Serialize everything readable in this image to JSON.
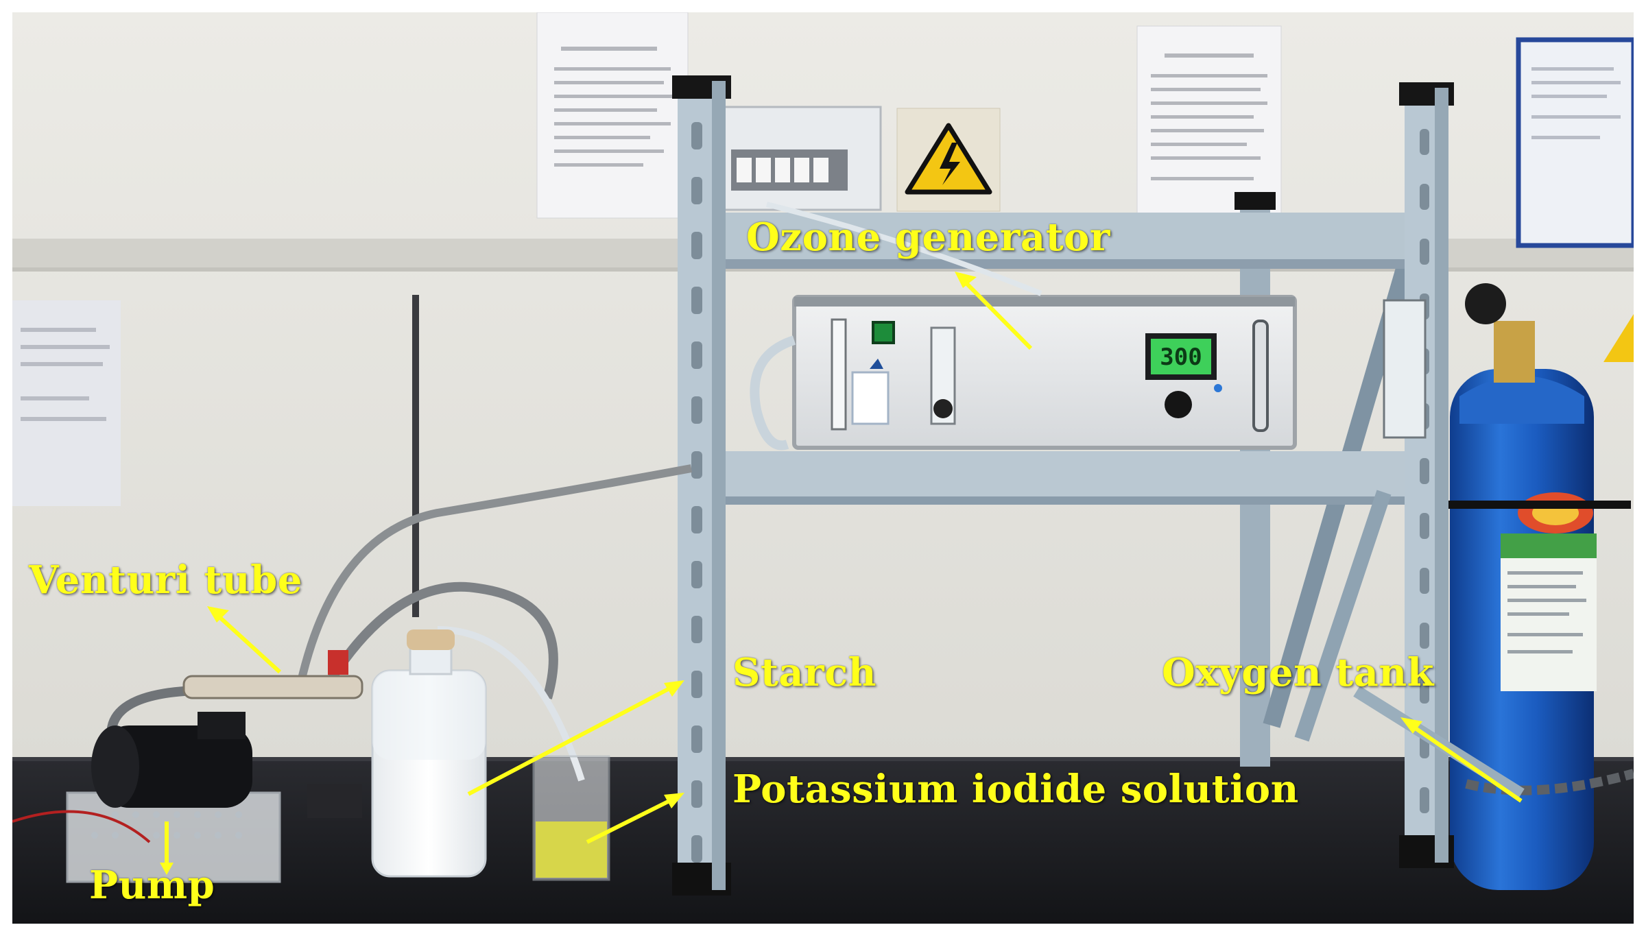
{
  "colors": {
    "annotation": "#ffff1a",
    "wall": "#e6e5df",
    "bench": "#1b1c20",
    "rack": "#b7c6d0",
    "cylinder": "#1d5fc2",
    "warning": "#f3c613"
  },
  "labels": {
    "ozone_generator": "Ozone generator",
    "venturi_tube": "Venturi tube",
    "starch": "Starch",
    "potassium_iodide_solution": "Potassium iodide solution",
    "oxygen_tank": "Oxygen tank",
    "pump": "Pump"
  },
  "device": {
    "display_reading": "300"
  }
}
